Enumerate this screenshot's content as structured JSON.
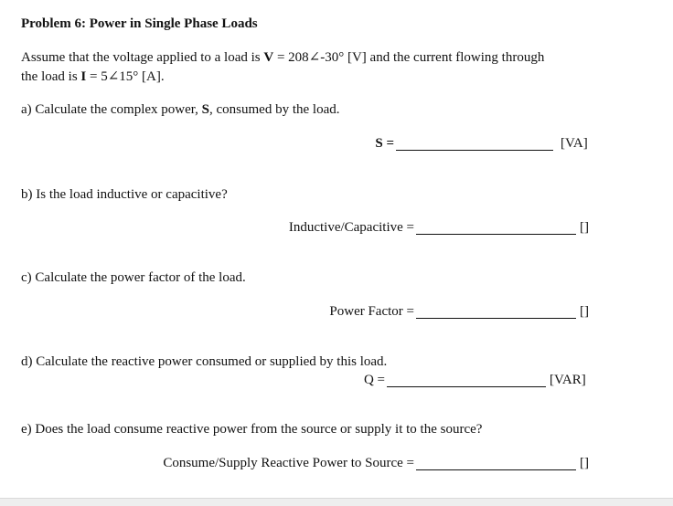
{
  "title": "Problem 6: Power in Single Phase Loads",
  "intro": {
    "l1_a": "Assume that the voltage applied to a load is ",
    "l1_v": "V",
    "l1_b": " = 208∠-30° [V] and the current flowing through",
    "l2_a": "the load is ",
    "l2_i": "I",
    "l2_b": " = 5∠15° [A]."
  },
  "parts": {
    "a": {
      "q_pre": "a) Calculate the complex power, ",
      "q_bold": "S",
      "q_post": ", consumed by the load.",
      "label": "S =",
      "unit": "[VA]"
    },
    "b": {
      "q": "b) Is the load inductive or capacitive?",
      "label": "Inductive/Capacitive =",
      "unit": "[]"
    },
    "c": {
      "q": "c) Calculate the power factor of the load.",
      "label": "Power Factor =",
      "unit": "[]"
    },
    "d": {
      "q": "d) Calculate the reactive power consumed or supplied by this load.",
      "label": "Q =",
      "unit": "[VAR]"
    },
    "e": {
      "q": "e) Does the load consume reactive power from the source or supply it to the source?",
      "label": "Consume/Supply Reactive Power to Source =",
      "unit": "[]"
    }
  }
}
